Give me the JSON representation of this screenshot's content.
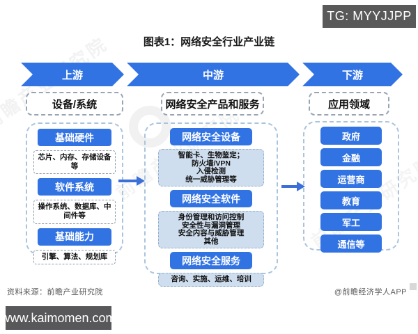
{
  "badge": "TG: MYYJJPP",
  "title": "图表1：网络安全行业产业链",
  "stages": {
    "upstream": "上游",
    "midstream": "中游",
    "downstream": "下游"
  },
  "upstream": {
    "header": "设备/系统",
    "items": [
      {
        "title": "基础硬件",
        "desc": "芯片、内存、存储设备等"
      },
      {
        "title": "软件系统",
        "desc": "操作系统、数据库、中间件等"
      },
      {
        "title": "基础能力",
        "desc": "引擎、算法、规划库"
      }
    ]
  },
  "midstream": {
    "header": "网络安全产品和服务",
    "items": [
      {
        "title": "网络安全设备",
        "lines": [
          "智能卡、生物鉴定；",
          "防火墙/VPN",
          "入侵检测",
          "统一威胁管理等"
        ]
      },
      {
        "title": "网络安全软件",
        "lines": [
          "身份管理和访问控制",
          "安全性与漏洞管理",
          "安全内容与威胁管理",
          "其他"
        ]
      },
      {
        "title": "网络安全服务",
        "lines": [
          "咨询、实施、运维、培训"
        ]
      }
    ]
  },
  "downstream": {
    "header": "应用领域",
    "items": [
      "政府",
      "金融",
      "运营商",
      "教育",
      "军工",
      "通信等"
    ]
  },
  "footer": {
    "source": "资料来源：前瞻产业研究院",
    "credit": "@前瞻经济学人APP",
    "site": "www.kaimomen.com"
  },
  "watermark": {
    "text": "前瞻产业研究院"
  },
  "colors": {
    "accent_blue": "#3273e3",
    "light_blue_box": "#cfdeee",
    "badge_gray": "#595959",
    "sitebar_gray": "#58585a"
  }
}
